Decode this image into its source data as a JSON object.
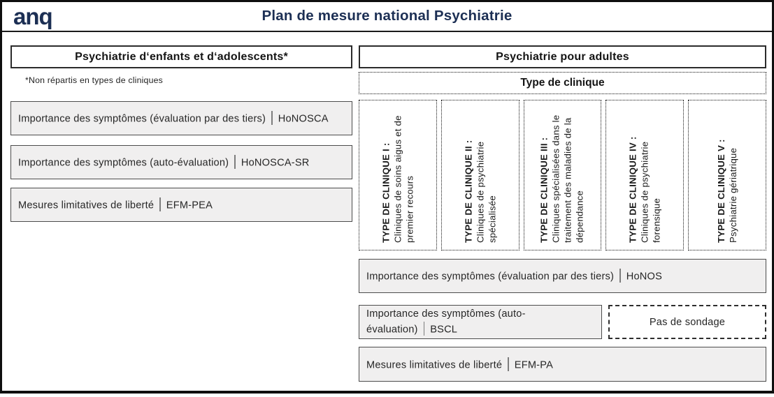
{
  "header": {
    "logo": "anq",
    "title": "Plan de mesure national Psychiatrie"
  },
  "left_panel": {
    "title": "Psychiatrie d‘enfants et d‘adolescents*",
    "footnote": "*Non répartis en types de cliniques",
    "measures": [
      {
        "label": "Importance des symptômes (évaluation par des tiers)",
        "instrument": "HoNOSCA"
      },
      {
        "label": "Importance des symptômes (auto-évaluation)",
        "instrument": "HoNOSCA-SR"
      },
      {
        "label": "Mesures limitatives de liberté",
        "instrument": "EFM-PEA"
      }
    ]
  },
  "right_panel": {
    "title": "Psychiatrie pour adultes",
    "type_header": "Type de clinique",
    "clinic_types": [
      {
        "name": "TYPE DE CLINIQUE I :",
        "description": "Cliniques de soins aigus et de premier recours"
      },
      {
        "name": "TYPE DE CLINIQUE II :",
        "description": "Cliniques de psychiatrie spécialisée"
      },
      {
        "name": "TYPE DE CLINIQUE III :",
        "description": "Cliniques spécialisées dans le traitement des maladies de la dépendance"
      },
      {
        "name": "TYPE DE CLINIQUE IV :",
        "description": "Cliniques de psychiatrie forensique"
      },
      {
        "name": "TYPE DE CLINIQUE V :",
        "description": "Psychiatrie gériatrique"
      }
    ],
    "measures": [
      {
        "label": "Importance des symptômes (évaluation par des tiers)",
        "instrument": "HoNOS"
      },
      {
        "label": "Importance des symptômes (auto-évaluation)",
        "instrument": "BSCL"
      },
      {
        "label": "Mesures limitatives de liberté",
        "instrument": "EFM-PA"
      }
    ],
    "no_survey": "Pas de sondage"
  },
  "colors": {
    "brand_navy": "#1c2f54",
    "box_fill": "#f0efef",
    "box_border": "#4c4c4c"
  }
}
